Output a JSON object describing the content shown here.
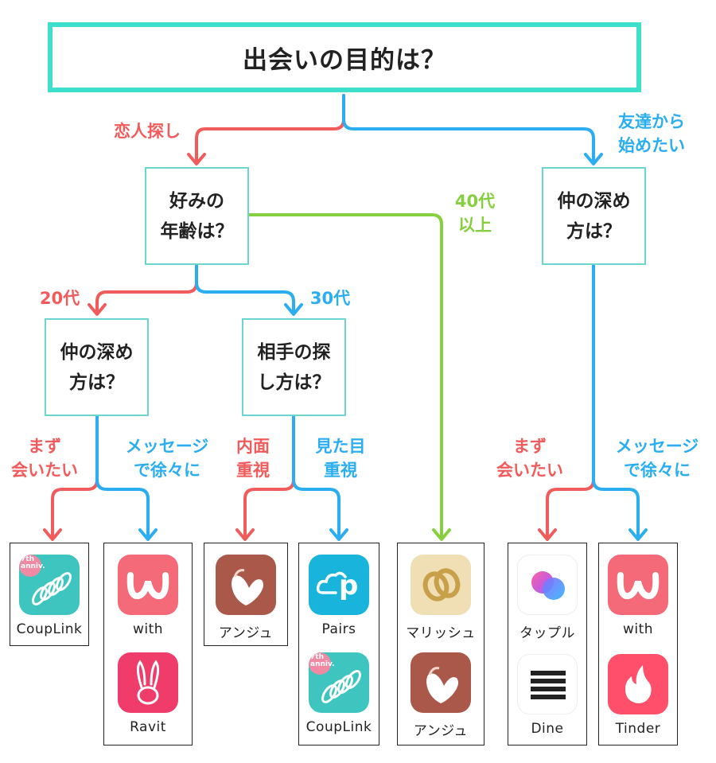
{
  "root_question": "出会いの目的は？",
  "questions": {
    "age": "好みの\n年齢は？",
    "depth_friends": "仲の深め\n方は？",
    "depth_20s": "仲の深め\n方は？",
    "search_30s": "相手の探\nし方は？"
  },
  "branch_labels": {
    "lover": "恋人探し",
    "friends": "友達から\n始めたい",
    "age_40": "40代\n以上",
    "age_20": "20代",
    "age_30": "30代",
    "meet_20s": "まず\n会いたい",
    "msg_20s": "メッセージ\nで徐々に",
    "inner": "内面\n重視",
    "looks": "見た目\n重視",
    "meet_friends": "まず\n会いたい",
    "msg_friends": "メッセージ\nで徐々に"
  },
  "apps": {
    "couplink_1": "CoupLink",
    "with_1": "with",
    "ravit": "Ravit",
    "anju_1": "アンジュ",
    "pairs": "Pairs",
    "couplink_2": "CoupLink",
    "marrish": "マリッシュ",
    "anju_2": "アンジュ",
    "tapple": "タップル",
    "dine": "Dine",
    "with_2": "with",
    "tinder": "Tinder"
  },
  "icon_badges": {
    "couplink_1": "7th\nanniv.",
    "couplink_2": "7th\nanniv.",
    "pairs": "p"
  },
  "icons": {
    "couplink": "coil-spring-icon",
    "with": "w-letter-icon",
    "ravit": "rabbit-icon",
    "anju": "heart-feather-icon",
    "pairs": "cloud-p-icon",
    "marrish": "double-ring-icon",
    "tapple": "gradient-circles-icon",
    "dine": "horizontal-bars-icon",
    "tinder": "flame-icon"
  },
  "colors": {
    "root_border": "#3ee0cc",
    "box_border": "#6ad6cf",
    "red_branch": "#f25b5b",
    "blue_branch": "#2aaef1",
    "green_branch": "#86d040"
  }
}
